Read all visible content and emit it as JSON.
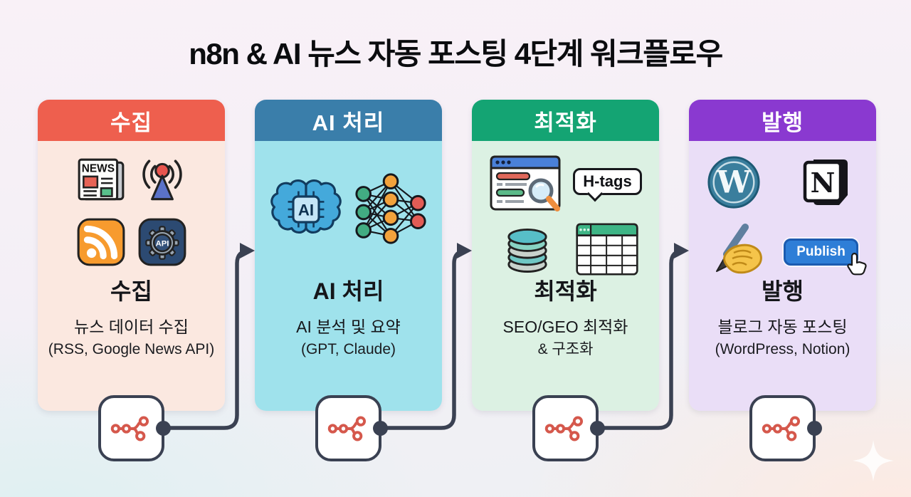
{
  "title": "n8n & AI 뉴스 자동 포스팅 4단계 워크플로우",
  "steps": [
    {
      "header": "수집",
      "title": "수집",
      "desc1": "뉴스 데이터 수집",
      "desc2": "(RSS, Google News API)",
      "header_color": "#ee5f4e",
      "body_color": "#fbe8e0"
    },
    {
      "header": "AI 처리",
      "title": "AI 처리",
      "desc1": "AI 분석 및 요약",
      "desc2": "(GPT, Claude)",
      "header_color": "#3a7eaa",
      "body_color": "#9fe2ec"
    },
    {
      "header": "최적화",
      "title": "최적화",
      "desc1": "SEO/GEO 최적화",
      "desc2": "& 구조화",
      "header_color": "#14a473",
      "body_color": "#dcf1e3"
    },
    {
      "header": "발행",
      "title": "발행",
      "desc1": "블로그 자동 포스팅",
      "desc2": "(WordPress, Notion)",
      "header_color": "#8a39d0",
      "body_color": "#eadef7"
    }
  ],
  "labels": {
    "news": "NEWS",
    "api": "API",
    "ai_chip": "AI",
    "h_tags": "H-tags",
    "publish": "Publish",
    "wordpress_w": "W",
    "notion_n": "N"
  },
  "colors": {
    "arrow": "#3a4152",
    "n8n_logo": "#d5584c",
    "text": "#15161a",
    "publish_button": "#2e7ed7"
  }
}
